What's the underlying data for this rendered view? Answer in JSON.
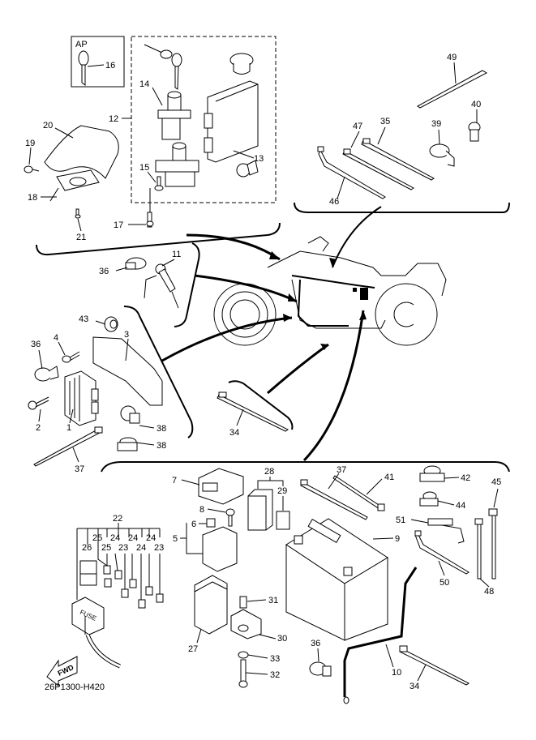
{
  "diagram": {
    "title_code": "26P1300-H420",
    "fwd_label": "FWD",
    "fuse_label": "FUSE",
    "ap_label": "AP",
    "callouts": {
      "c1": "1",
      "c2": "2",
      "c3": "3",
      "c4": "4",
      "c5": "5",
      "c6": "6",
      "c7": "7",
      "c8": "8",
      "c9": "9",
      "c10": "10",
      "c11": "11",
      "c12": "12",
      "c13": "13",
      "c14": "14",
      "c15": "15",
      "c16": "16",
      "c17": "17",
      "c18": "18",
      "c19": "19",
      "c20": "20",
      "c21": "21",
      "c22": "22",
      "c23a": "23",
      "c23b": "23",
      "c24a": "24",
      "c24b": "24",
      "c24c": "24",
      "c24d": "24",
      "c25a": "25",
      "c25b": "25",
      "c26": "26",
      "c27": "27",
      "c28": "28",
      "c29": "29",
      "c30": "30",
      "c31": "31",
      "c32": "32",
      "c33": "33",
      "c34a": "34",
      "c34b": "34",
      "c35": "35",
      "c36a": "36",
      "c36b": "36",
      "c36c": "36",
      "c37a": "37",
      "c37b": "37",
      "c38a": "38",
      "c38b": "38",
      "c39": "39",
      "c40": "40",
      "c41": "41",
      "c42": "42",
      "c43": "43",
      "c44": "44",
      "c45": "45",
      "c46": "46",
      "c47": "47",
      "c48": "48",
      "c49": "49",
      "c50": "50",
      "c51": "51"
    }
  }
}
